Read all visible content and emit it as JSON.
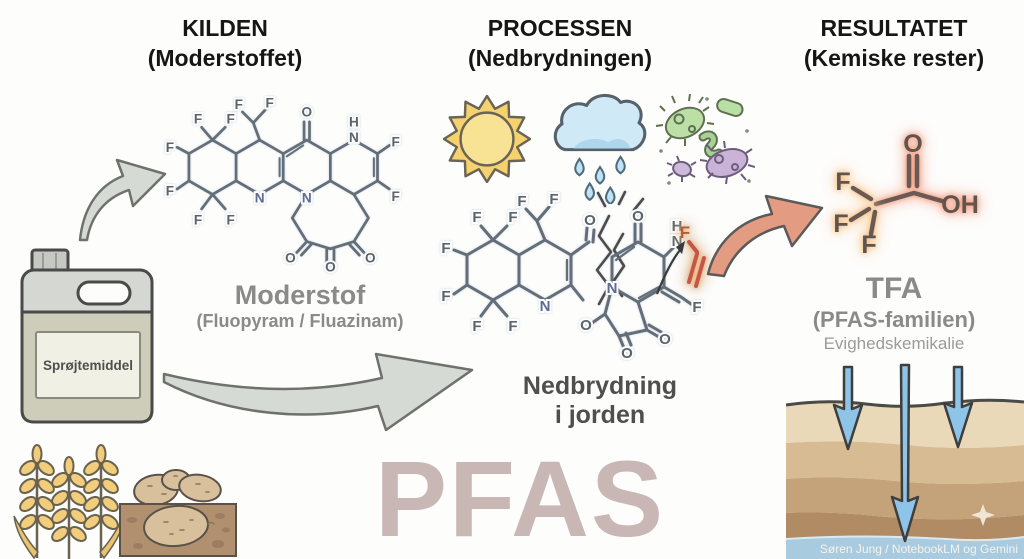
{
  "columns": [
    {
      "title": "KILDEN",
      "subtitle": "(Moderstoffet)"
    },
    {
      "title": "PROCESSEN",
      "subtitle": "(Nedbrydningen)"
    },
    {
      "title": "RESULTATET",
      "subtitle": "(Kemiske rester)"
    }
  ],
  "source": {
    "canister_label": "Sprøjtemiddel",
    "caption": "Moderstof",
    "subcaption": "(Fluopyram / Fluazinam)"
  },
  "process": {
    "caption_line1": "Nedbrydning",
    "caption_line2": "i jorden",
    "icons": [
      "sun-icon",
      "rain-cloud-icon",
      "microbes-icon"
    ]
  },
  "result": {
    "caption": "TFA",
    "subcaption": "(PFAS-familien)",
    "note": "Evighedskemikalie"
  },
  "watermark": "PFAS",
  "credit": "Søren Jung / NotebookLM og Gemini",
  "molecules": {
    "parent": {
      "atom_labels": [
        "F",
        "F",
        "F",
        "F",
        "F",
        "F",
        "F",
        "F",
        "N",
        "O",
        "N",
        "H",
        "F",
        "F",
        "N",
        "O",
        "O",
        "O"
      ]
    },
    "fragment_left": {
      "atom_labels": [
        "F",
        "F",
        "F",
        "F",
        "F",
        "F",
        "F",
        "F",
        "N",
        "O"
      ]
    },
    "fragment_right": {
      "atom_labels": [
        "O",
        "H",
        "N",
        "N",
        "F",
        "O",
        "O",
        "O"
      ]
    },
    "free_fluorine": {
      "label": "F"
    },
    "tfa": {
      "atom_labels": [
        "F",
        "F",
        "F",
        "O",
        "OH"
      ]
    }
  },
  "colors": {
    "header_text": "#161616",
    "caption_gray": "#8a8a8a",
    "process_caption": "#4f4f4f",
    "watermark": "#c9b7b6",
    "salmon_arrow": "#e39b82",
    "gray_arrow": "#d6dad5",
    "blue_arrow": "#8ec4e8",
    "sun_yellow": "#f5d26e",
    "cloud_blue": "#cfe9f6",
    "microbe_green": "#bcdfa6",
    "microbe_purple": "#c9b4d8",
    "tfa_glow_orange": "#f6b066",
    "tfa_glow_red": "#f18a69",
    "soil_water": "#a9cbe0",
    "canister_body": "#cdcdba"
  }
}
